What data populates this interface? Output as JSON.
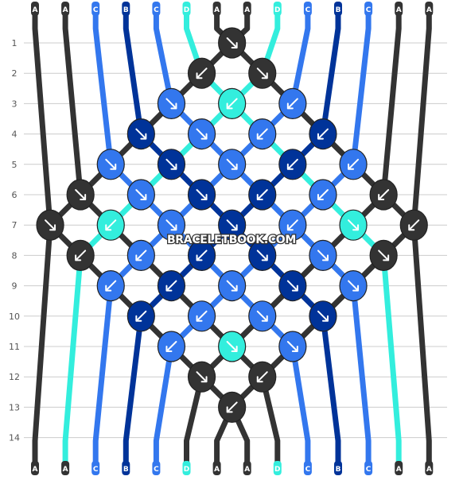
{
  "colors": {
    "A": "#333333",
    "B": "#003399",
    "C": "#3377ee",
    "D": "#33eedd",
    "grid": "#cccccc"
  },
  "strands": [
    "A",
    "A",
    "C",
    "B",
    "C",
    "D",
    "A",
    "A",
    "D",
    "C",
    "B",
    "C",
    "A",
    "A"
  ],
  "rows": [
    "1",
    "2",
    "3",
    "4",
    "5",
    "6",
    "7",
    "8",
    "9",
    "10",
    "11",
    "12",
    "13",
    "14"
  ],
  "watermark": "BRACELETBOOK.COM",
  "knots": [
    {
      "row": 1,
      "col": 6.5,
      "color": "A",
      "dir": "se"
    },
    {
      "row": 2,
      "col": 5.5,
      "color": "A",
      "dir": "sw"
    },
    {
      "row": 2,
      "col": 7.5,
      "color": "A",
      "dir": "se"
    },
    {
      "row": 3,
      "col": 4.5,
      "color": "C",
      "dir": "se"
    },
    {
      "row": 3,
      "col": 6.5,
      "color": "D",
      "dir": "sw"
    },
    {
      "row": 3,
      "col": 8.5,
      "color": "C",
      "dir": "sw"
    },
    {
      "row": 4,
      "col": 3.5,
      "color": "B",
      "dir": "se"
    },
    {
      "row": 4,
      "col": 5.5,
      "color": "C",
      "dir": "se"
    },
    {
      "row": 4,
      "col": 7.5,
      "color": "C",
      "dir": "sw"
    },
    {
      "row": 4,
      "col": 9.5,
      "color": "B",
      "dir": "sw"
    },
    {
      "row": 5,
      "col": 2.5,
      "color": "C",
      "dir": "se"
    },
    {
      "row": 5,
      "col": 4.5,
      "color": "B",
      "dir": "se"
    },
    {
      "row": 5,
      "col": 6.5,
      "color": "C",
      "dir": "se"
    },
    {
      "row": 5,
      "col": 8.5,
      "color": "B",
      "dir": "sw"
    },
    {
      "row": 5,
      "col": 10.5,
      "color": "C",
      "dir": "sw"
    },
    {
      "row": 6,
      "col": 1.5,
      "color": "A",
      "dir": "se"
    },
    {
      "row": 6,
      "col": 3.5,
      "color": "C",
      "dir": "se"
    },
    {
      "row": 6,
      "col": 5.5,
      "color": "B",
      "dir": "se"
    },
    {
      "row": 6,
      "col": 7.5,
      "color": "B",
      "dir": "sw"
    },
    {
      "row": 6,
      "col": 9.5,
      "color": "C",
      "dir": "sw"
    },
    {
      "row": 6,
      "col": 11.5,
      "color": "A",
      "dir": "sw"
    },
    {
      "row": 7,
      "col": 0.5,
      "color": "A",
      "dir": "se"
    },
    {
      "row": 7,
      "col": 2.5,
      "color": "D",
      "dir": "sw"
    },
    {
      "row": 7,
      "col": 4.5,
      "color": "C",
      "dir": "se"
    },
    {
      "row": 7,
      "col": 6.5,
      "color": "B",
      "dir": "se"
    },
    {
      "row": 7,
      "col": 8.5,
      "color": "C",
      "dir": "sw"
    },
    {
      "row": 7,
      "col": 10.5,
      "color": "D",
      "dir": "se"
    },
    {
      "row": 7,
      "col": 12.5,
      "color": "A",
      "dir": "sw"
    },
    {
      "row": 8,
      "col": 1.5,
      "color": "A",
      "dir": "sw"
    },
    {
      "row": 8,
      "col": 3.5,
      "color": "C",
      "dir": "sw"
    },
    {
      "row": 8,
      "col": 5.5,
      "color": "B",
      "dir": "sw"
    },
    {
      "row": 8,
      "col": 7.5,
      "color": "B",
      "dir": "se"
    },
    {
      "row": 8,
      "col": 9.5,
      "color": "C",
      "dir": "se"
    },
    {
      "row": 8,
      "col": 11.5,
      "color": "A",
      "dir": "se"
    },
    {
      "row": 9,
      "col": 2.5,
      "color": "C",
      "dir": "sw"
    },
    {
      "row": 9,
      "col": 4.5,
      "color": "B",
      "dir": "sw"
    },
    {
      "row": 9,
      "col": 6.5,
      "color": "C",
      "dir": "se"
    },
    {
      "row": 9,
      "col": 8.5,
      "color": "B",
      "dir": "se"
    },
    {
      "row": 9,
      "col": 10.5,
      "color": "C",
      "dir": "se"
    },
    {
      "row": 10,
      "col": 3.5,
      "color": "B",
      "dir": "sw"
    },
    {
      "row": 10,
      "col": 5.5,
      "color": "C",
      "dir": "sw"
    },
    {
      "row": 10,
      "col": 7.5,
      "color": "C",
      "dir": "se"
    },
    {
      "row": 10,
      "col": 9.5,
      "color": "B",
      "dir": "se"
    },
    {
      "row": 11,
      "col": 4.5,
      "color": "C",
      "dir": "sw"
    },
    {
      "row": 11,
      "col": 6.5,
      "color": "D",
      "dir": "se"
    },
    {
      "row": 11,
      "col": 8.5,
      "color": "C",
      "dir": "se"
    },
    {
      "row": 12,
      "col": 5.5,
      "color": "A",
      "dir": "se"
    },
    {
      "row": 12,
      "col": 7.5,
      "color": "A",
      "dir": "sw"
    },
    {
      "row": 13,
      "col": 6.5,
      "color": "A",
      "dir": "sw"
    }
  ]
}
